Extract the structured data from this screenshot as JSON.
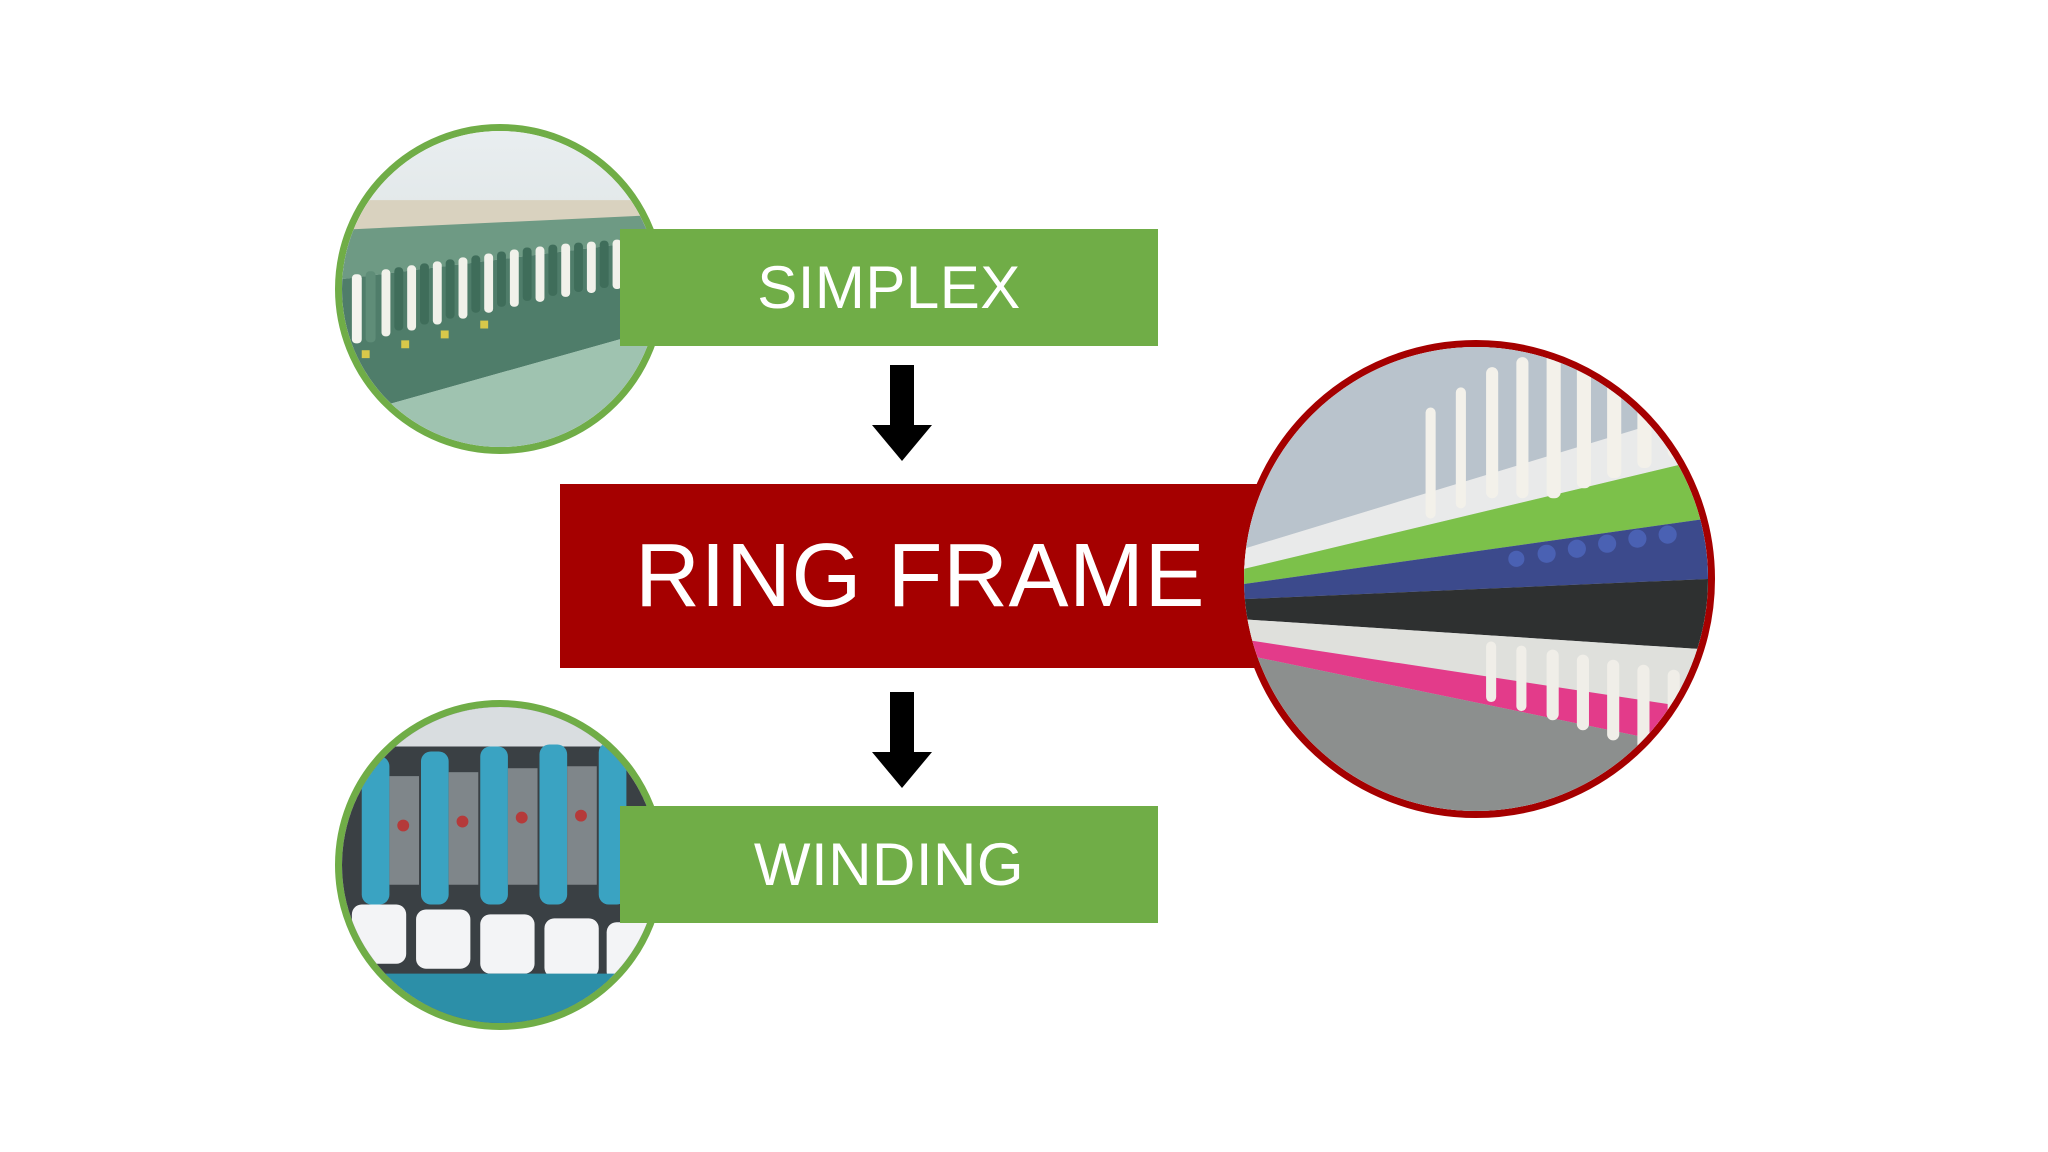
{
  "flow": {
    "steps": [
      {
        "label": "SIMPLEX"
      },
      {
        "label": "RING FRAME"
      },
      {
        "label": "WINDING"
      }
    ]
  },
  "colors": {
    "green": "#70ad47",
    "red": "#a50000",
    "arrow": "#000000"
  },
  "icons": {
    "arrow": "arrow-down-icon"
  }
}
